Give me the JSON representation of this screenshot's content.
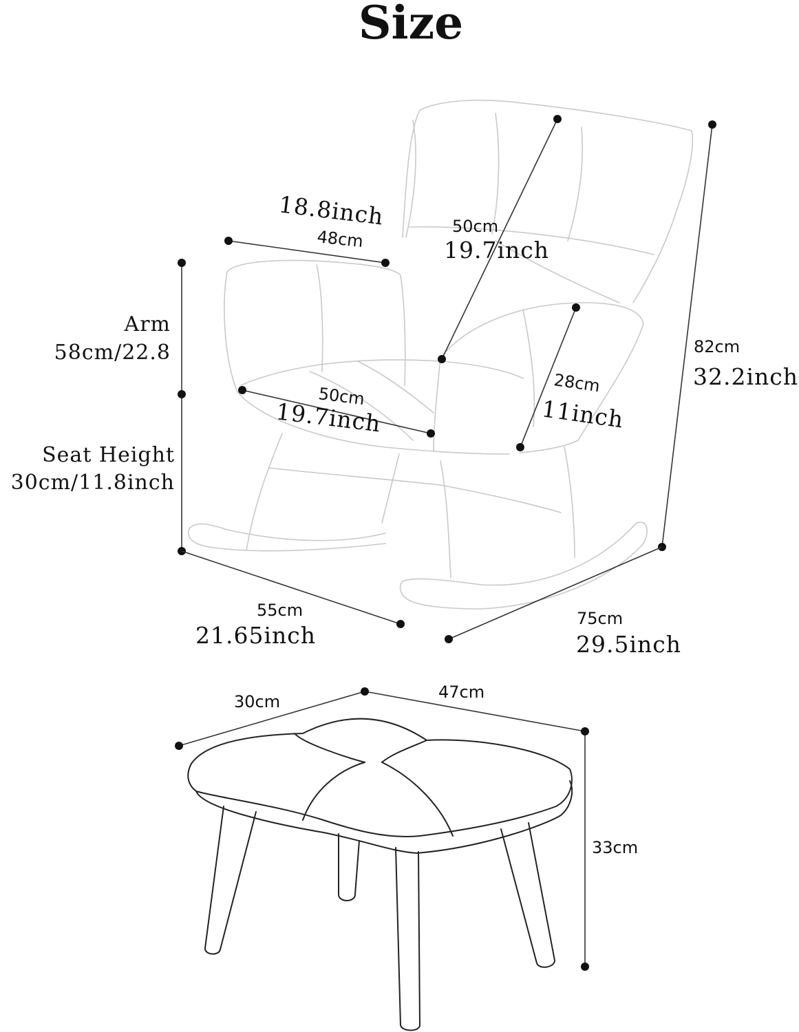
{
  "title": "Size",
  "chair": {
    "arm_width": {
      "inch": "18.8inch",
      "cm": "48cm"
    },
    "back_width": {
      "cm": "50cm",
      "inch": "19.7inch"
    },
    "arm_height": {
      "line1": "Arm",
      "line2": "58cm/22.8"
    },
    "total_height": {
      "cm": "82cm",
      "inch": "32.2inch"
    },
    "seat_width": {
      "cm": "50cm",
      "inch": "19.7inch"
    },
    "seat_depth": {
      "cm": "28cm",
      "inch": "11inch"
    },
    "seat_height": {
      "line1": "Seat Height",
      "line2": "30cm/11.8inch"
    },
    "depth": {
      "cm": "55cm",
      "inch": "21.65inch"
    },
    "length": {
      "cm": "75cm",
      "inch": "29.5inch"
    }
  },
  "ottoman": {
    "depth": "30cm",
    "width": "47cm",
    "height": "33cm"
  }
}
